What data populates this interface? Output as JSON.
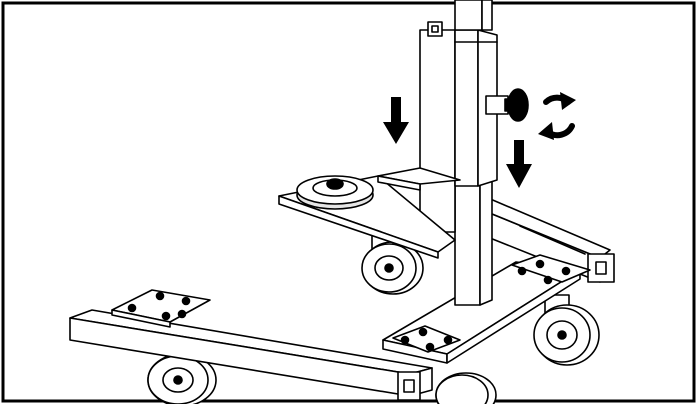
{
  "figure": {
    "kind": "assembly-instruction-line-drawing",
    "colors": {
      "background": "#ffffff",
      "line": "#000000",
      "fill": "#ffffff",
      "frame": "#000000",
      "arrow": "#000000",
      "shadow": "#d9d9d9"
    },
    "icons": [
      "down-arrow-icon",
      "down-arrow-icon",
      "rotate-arrows-icon"
    ],
    "parts": [
      "vertical-column",
      "column-sleeve",
      "locking-screw",
      "base-plate",
      "foot-plate-with-disc",
      "front-crossbar",
      "side-rail",
      "caster-wheel",
      "caster-wheel",
      "caster-wheel",
      "caster-wheel"
    ]
  }
}
